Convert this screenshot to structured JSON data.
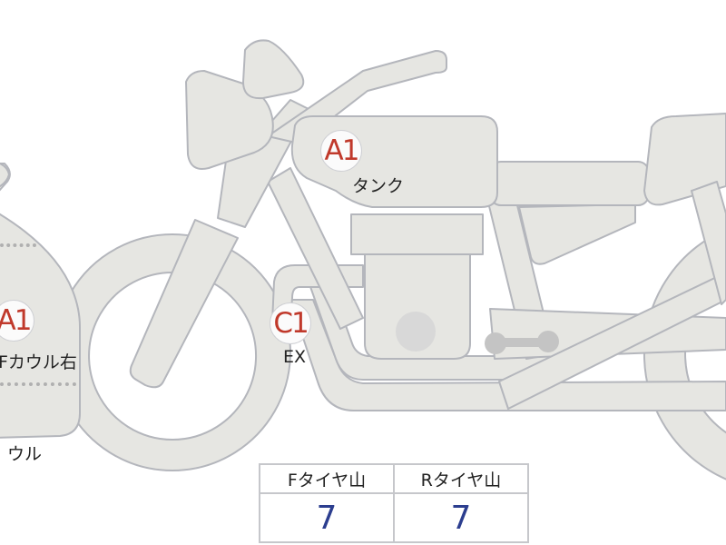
{
  "diagram": {
    "subject": "motorcycle-parts-inspection",
    "colors": {
      "part_fill": "#e6e6e2",
      "part_stroke": "#b4b6bc",
      "badge_text": "#c0392b",
      "value_text": "#2c3e8f"
    },
    "markers": [
      {
        "code": "A1",
        "label": "タンク"
      },
      {
        "code": "A1",
        "label": "Fカウル右"
      },
      {
        "code": "C1",
        "label": "EX"
      }
    ],
    "partial_label": "ウル"
  },
  "tire_table": {
    "headers": [
      "Fタイヤ山",
      "Rタイヤ山"
    ],
    "values": [
      "7",
      "7"
    ]
  }
}
